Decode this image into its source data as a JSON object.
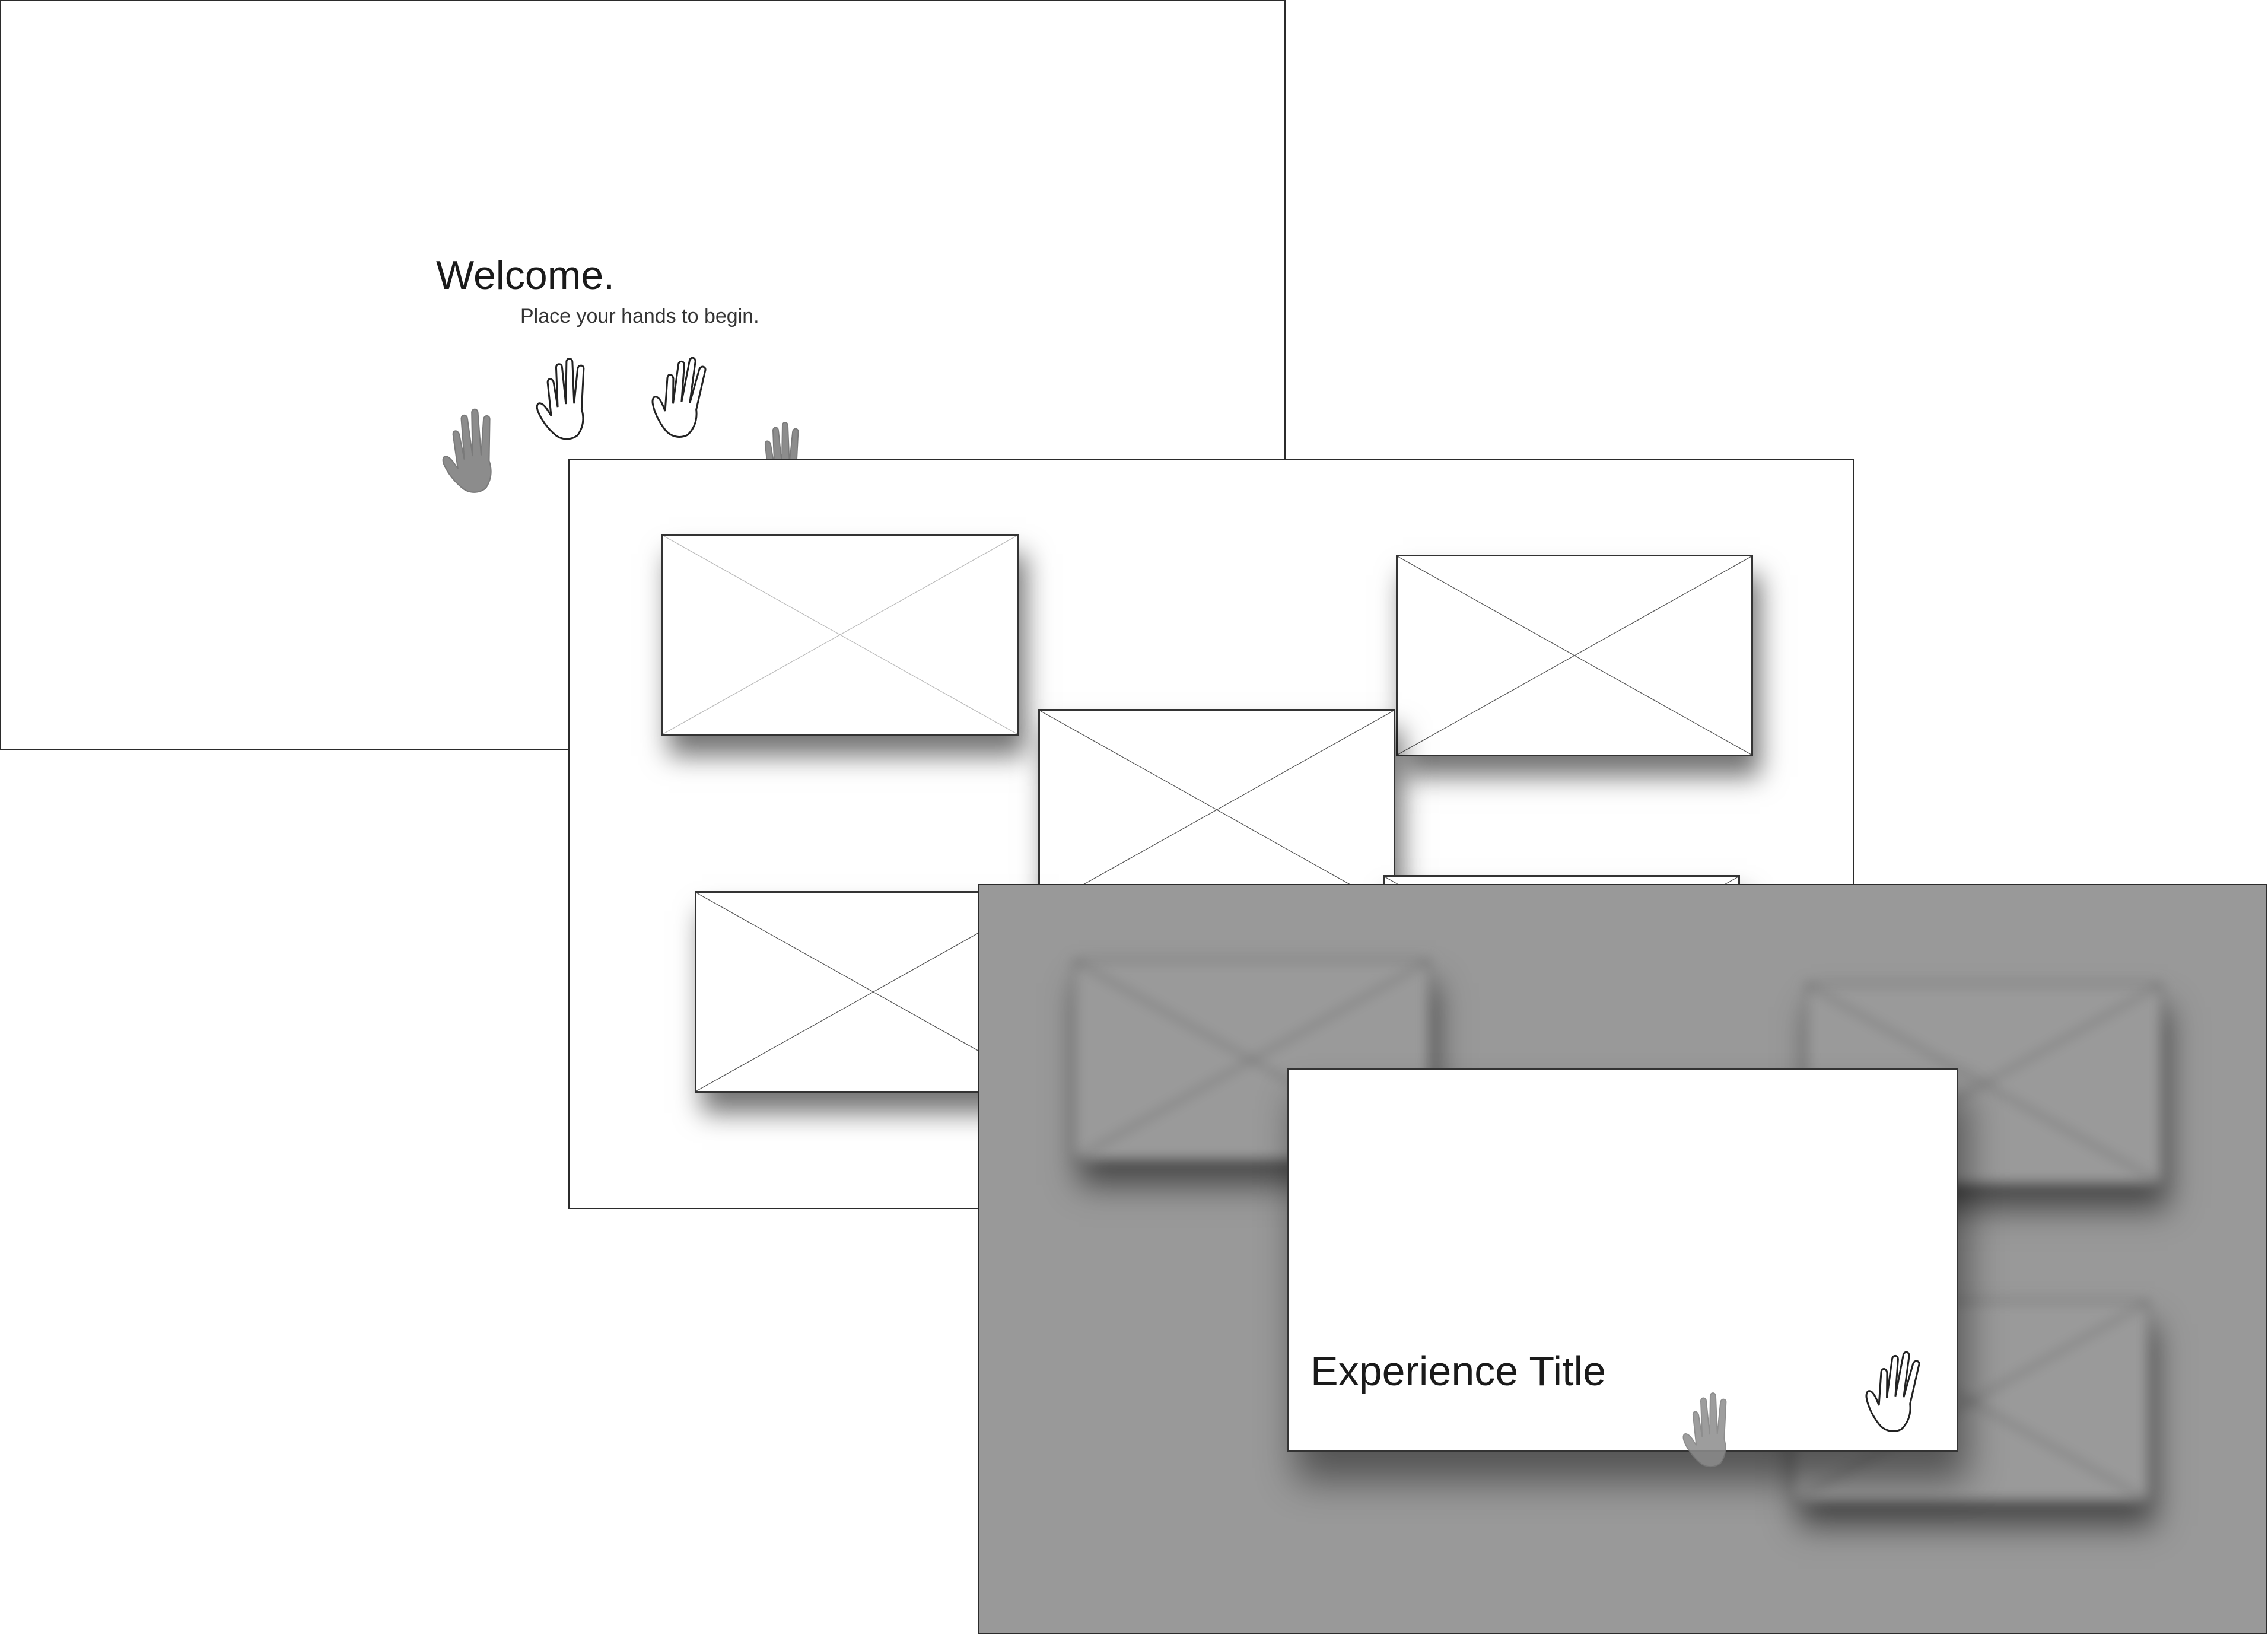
{
  "welcome_screen": {
    "title": "Welcome.",
    "subtitle": "Place your hands to begin.",
    "hand_outline_icon": "hand-outline-icon",
    "hand_filled_icon": "hand-filled-icon"
  },
  "grid_screen": {
    "placeholder_icon": "image-placeholder-icon",
    "placeholder_count_visible": 5
  },
  "detail_screen": {
    "experience_title": "Experience Title",
    "hand_outline_icon": "hand-outline-icon",
    "hand_filled_icon": "hand-filled-icon"
  },
  "colors": {
    "outline": "#333333",
    "hand_fill": "#8c8c8c",
    "overlay_gray": "#999999",
    "background": "#ffffff"
  }
}
